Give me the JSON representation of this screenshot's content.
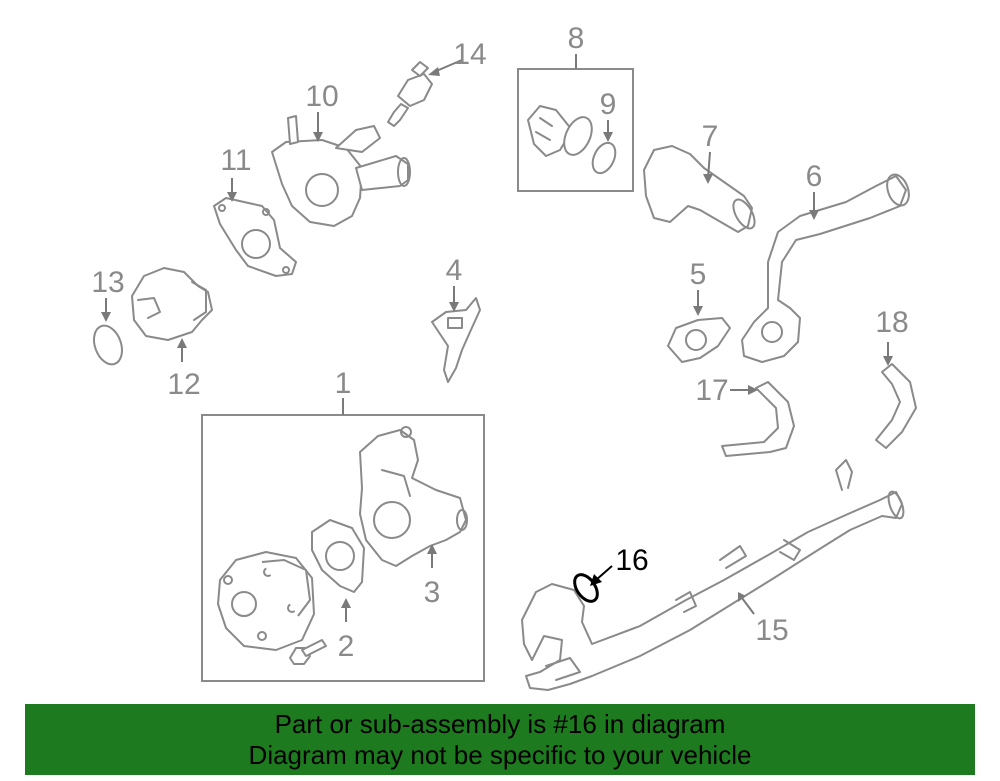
{
  "diagram": {
    "callouts": {
      "c1": "1",
      "c2": "2",
      "c3": "3",
      "c4": "4",
      "c5": "5",
      "c6": "6",
      "c7": "7",
      "c8": "8",
      "c9": "9",
      "c10": "10",
      "c11": "11",
      "c12": "12",
      "c13": "13",
      "c14": "14",
      "c15": "15",
      "c16": "16",
      "c17": "17",
      "c18": "18"
    },
    "highlighted_part": "16"
  },
  "banner": {
    "line1": "Part or sub-assembly is #16 in diagram",
    "line2": "Diagram may not be specific to your vehicle",
    "color": "#1e7a1e"
  }
}
